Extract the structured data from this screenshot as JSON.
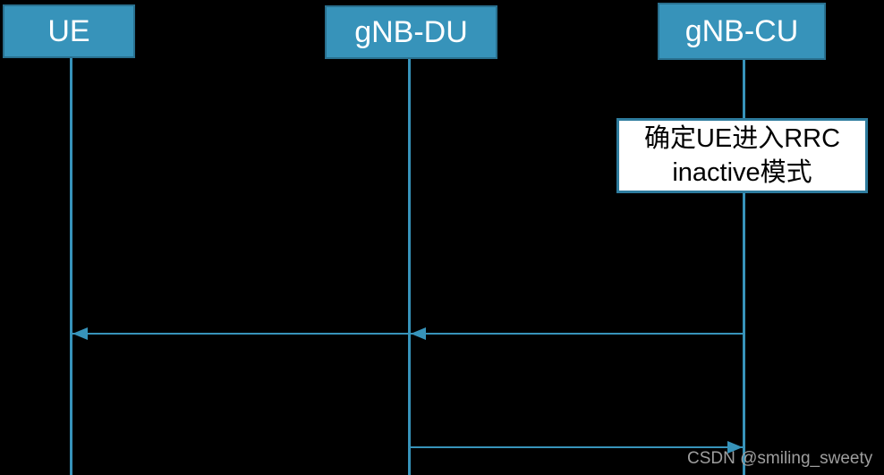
{
  "diagram": {
    "type": "sequence",
    "participants": [
      {
        "id": "ue",
        "label": "UE"
      },
      {
        "id": "gnb-du",
        "label": "gNB-DU"
      },
      {
        "id": "gnb-cu",
        "label": "gNB-CU"
      }
    ],
    "note": {
      "attached_to": "gnb-cu",
      "line1": "确定UE进入RRC",
      "line2": "inactive模式"
    },
    "messages": [
      {
        "from": "gNB-CU",
        "to": "gNB-DU",
        "label": "",
        "direction": "left"
      },
      {
        "from": "gNB-DU",
        "to": "UE",
        "label": "",
        "direction": "left"
      },
      {
        "from": "gNB-DU",
        "to": "gNB-CU",
        "label": "",
        "direction": "right"
      }
    ]
  },
  "watermark": {
    "text": "CSDN @smiling_sweety"
  },
  "colors": {
    "background": "#000000",
    "participant_fill": "#3793BA",
    "participant_border": "#29708F",
    "participant_text": "#FFFFFF",
    "lifeline": "#3793BA",
    "arrow": "#3793BA",
    "note_background": "#FFFFFF",
    "note_border": "#2E7C9E",
    "note_text": "#000000",
    "watermark_text": "#9E9E9E"
  }
}
